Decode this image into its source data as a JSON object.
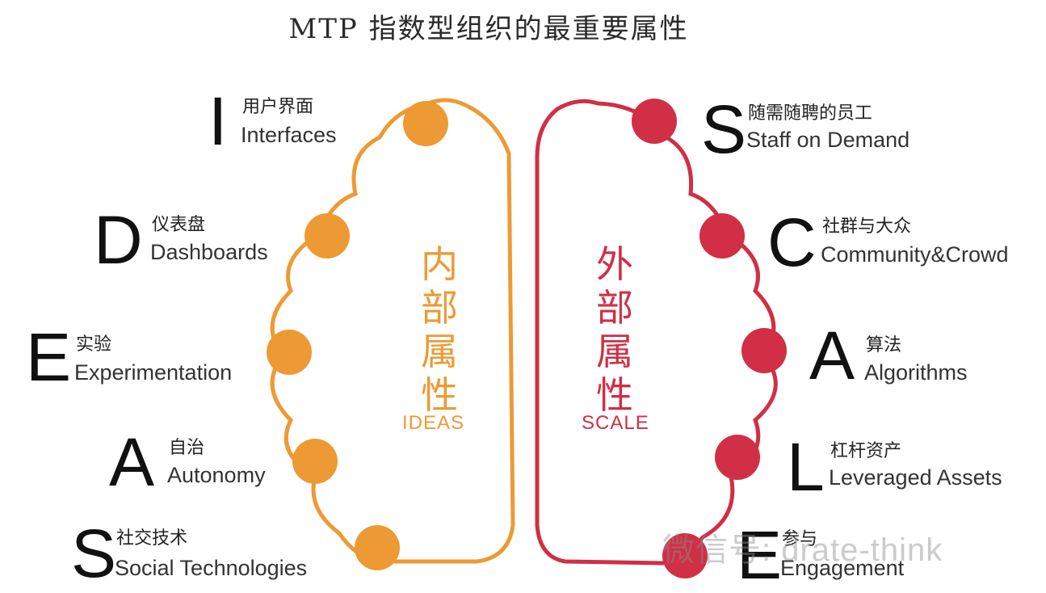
{
  "title": "MTP 指数型组织的最重要属性",
  "colors": {
    "internal": "#ed9a34",
    "external": "#d02f45",
    "text": "#222222"
  },
  "internal": {
    "label_zh": "内部属性",
    "label_en": "IDEAS",
    "items": [
      {
        "letter": "I",
        "zh": "用户界面",
        "en": "Interfaces"
      },
      {
        "letter": "D",
        "zh": "仪表盘",
        "en": "Dashboards"
      },
      {
        "letter": "E",
        "zh": "实验",
        "en": "Experimentation"
      },
      {
        "letter": "A",
        "zh": "自治",
        "en": "Autonomy"
      },
      {
        "letter": "S",
        "zh": "社交技术",
        "en": "Social Technologies"
      }
    ]
  },
  "external": {
    "label_zh": "外部属性",
    "label_en": "SCALE",
    "items": [
      {
        "letter": "S",
        "zh": "随需随聘的员工",
        "en": "Staff on Demand"
      },
      {
        "letter": "C",
        "zh": "社群与大众",
        "en": "Community&Crowd"
      },
      {
        "letter": "A",
        "zh": "算法",
        "en": "Algorithms"
      },
      {
        "letter": "L",
        "zh": "杠杆资产",
        "en": "Leveraged Assets"
      },
      {
        "letter": "E",
        "zh": "参与",
        "en": "Engagement"
      }
    ]
  },
  "watermark": "微信号: drate-think"
}
